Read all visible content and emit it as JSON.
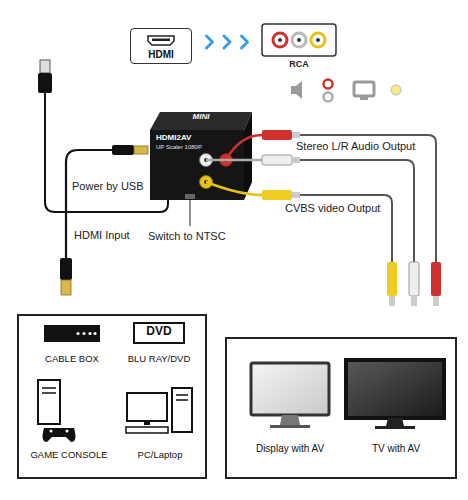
{
  "diagram": {
    "nodes": [
      {
        "text": [
          "HDMI"
        ]
      },
      {
        "text": [
          "RCA"
        ]
      },
      {
        "text": [
          "MINI",
          "HDMI2AV",
          "UP Scaler 1080P"
        ]
      },
      {
        "text": [
          "CABLE BOX"
        ]
      },
      {
        "text": [
          "DVD",
          "BLU RAY/DVD"
        ]
      },
      {
        "text": [
          "GAME CONSOLE"
        ]
      },
      {
        "text": [
          "PC/Laptop"
        ]
      },
      {
        "text": [
          "Display with AV"
        ]
      },
      {
        "text": [
          "TV with AV"
        ]
      }
    ],
    "edges": [
      {
        "from": 0,
        "to": 1,
        "arrow": "to"
      }
    ],
    "labels": [
      "Power by USB",
      "HDMI Input",
      "Switch to NTSC",
      "Stereo L/R Audio Output",
      "CVBS video Output"
    ]
  }
}
